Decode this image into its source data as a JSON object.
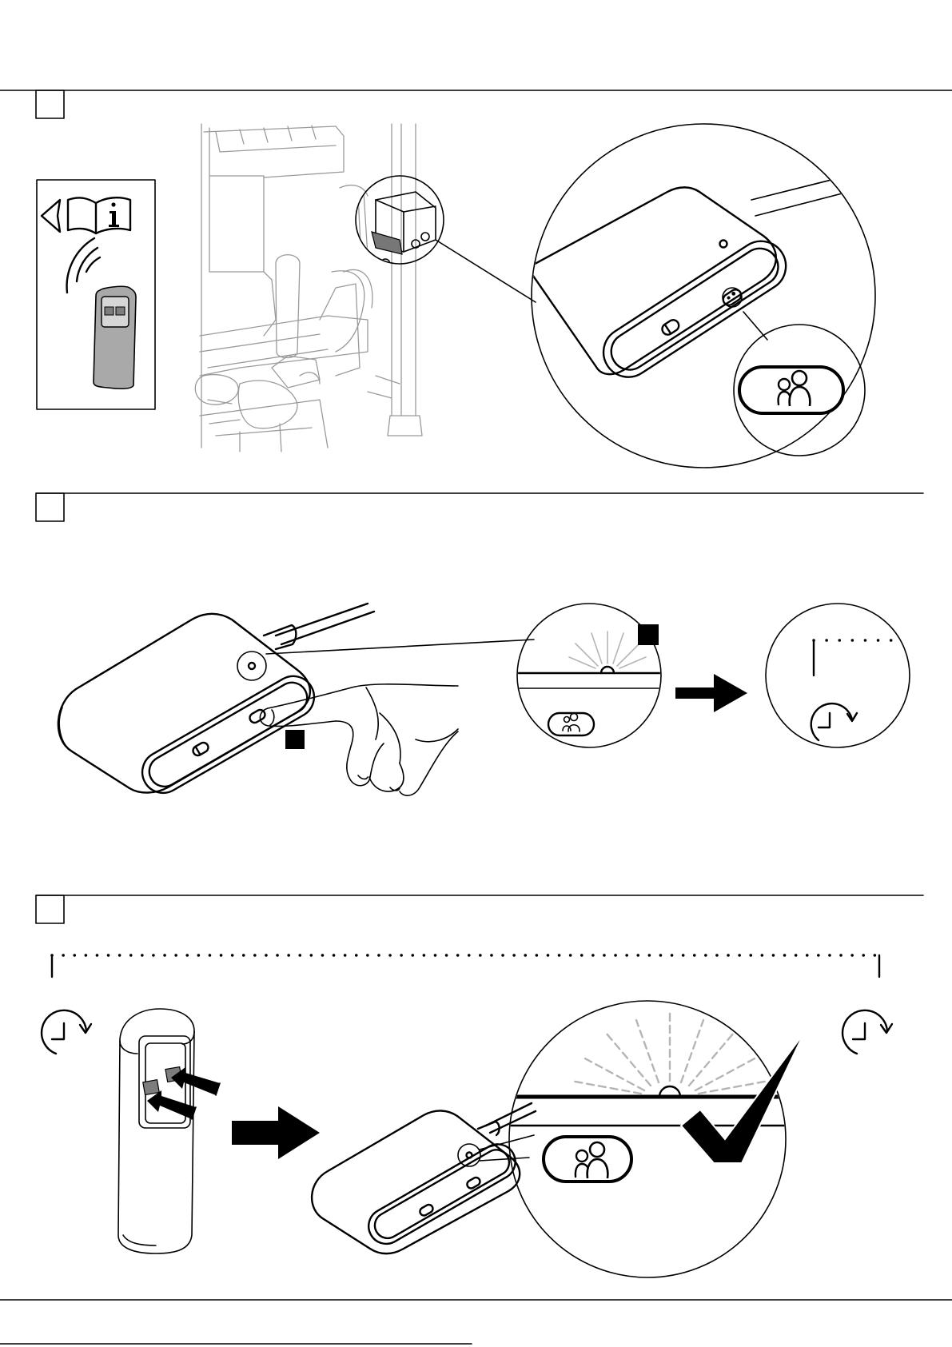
{
  "page": {
    "colors": {
      "line": "#000000",
      "sketch": "#9a9a9a",
      "remote_body": "#a9a9a9",
      "remote_buttons": "#7d7d7d",
      "led_rays": "#b5b5b5",
      "background": "#ffffff"
    },
    "sections": [
      {
        "icons": [
          "refer-to-manual-icon",
          "remote-control-icon",
          "installation-drawing",
          "zoom-circle",
          "user-button-icon"
        ]
      },
      {
        "icons": [
          "control-unit",
          "hand-pressing-button",
          "led-blink-icon",
          "arrow-right-icon",
          "timer-icon"
        ]
      },
      {
        "icons": [
          "dotted-duration-line",
          "clock-icon",
          "remote-control-buttons",
          "arrow-right-icon",
          "led-blink-icon",
          "checkmark-icon"
        ]
      }
    ]
  }
}
